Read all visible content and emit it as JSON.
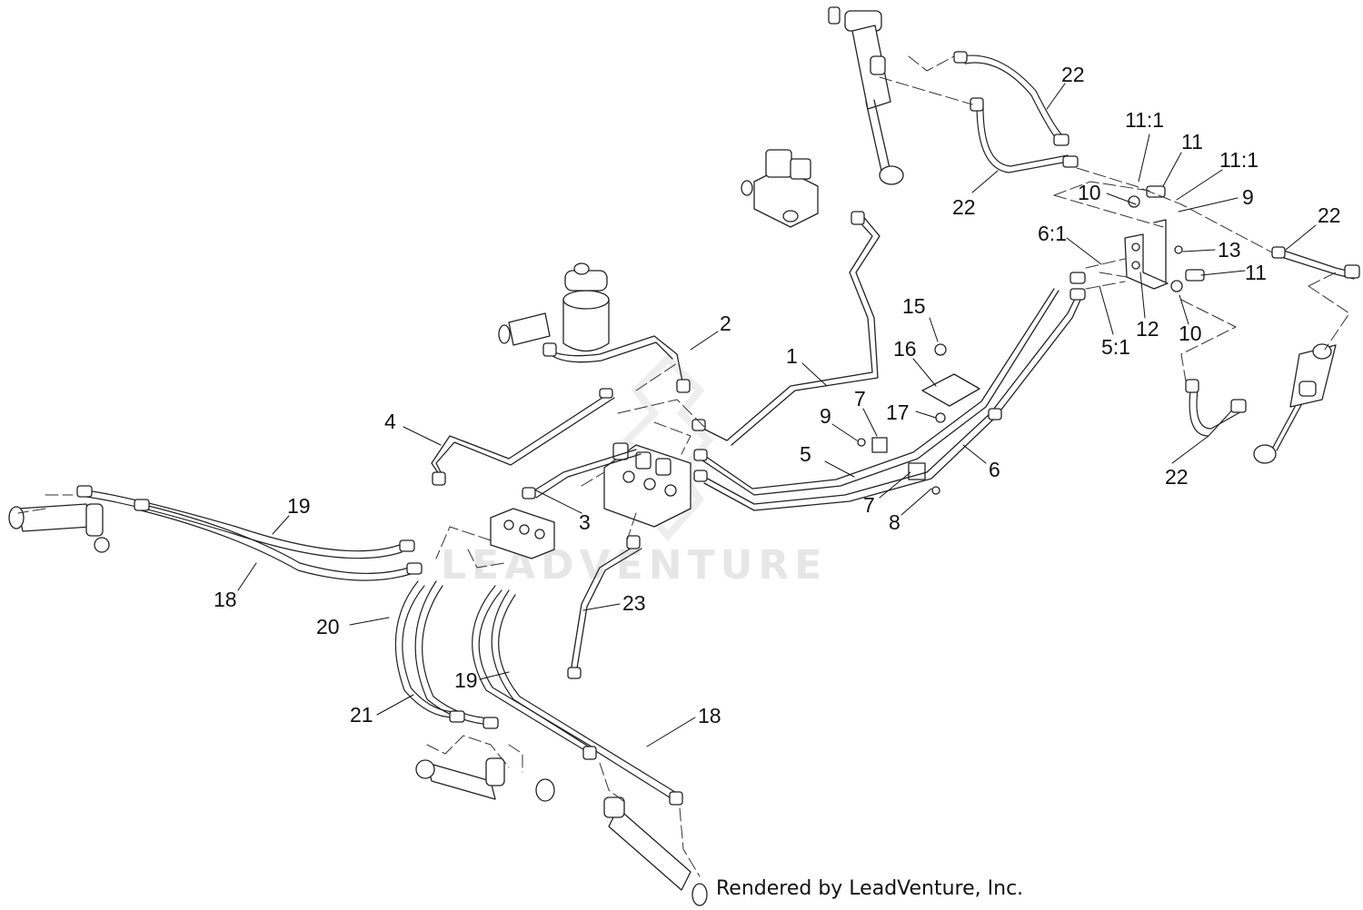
{
  "watermark": "LEADVENTURE",
  "credit": "Rendered by LeadVenture, Inc.",
  "callouts": [
    {
      "id": "c22a",
      "text": "22"
    },
    {
      "id": "c22b",
      "text": "22"
    },
    {
      "id": "c22c",
      "text": "22"
    },
    {
      "id": "c22d",
      "text": "22"
    },
    {
      "id": "c11-1a",
      "text": "11:1"
    },
    {
      "id": "c11a",
      "text": "11"
    },
    {
      "id": "c11-1b",
      "text": "11:1"
    },
    {
      "id": "c10a",
      "text": "10"
    },
    {
      "id": "c9a",
      "text": "9"
    },
    {
      "id": "c6-1",
      "text": "6:1"
    },
    {
      "id": "c13",
      "text": "13"
    },
    {
      "id": "c11b",
      "text": "11"
    },
    {
      "id": "c15",
      "text": "15"
    },
    {
      "id": "c16",
      "text": "16"
    },
    {
      "id": "c5-1",
      "text": "5:1"
    },
    {
      "id": "c12",
      "text": "12"
    },
    {
      "id": "c10b",
      "text": "10"
    },
    {
      "id": "c2",
      "text": "2"
    },
    {
      "id": "c1",
      "text": "1"
    },
    {
      "id": "c7a",
      "text": "7"
    },
    {
      "id": "c9b",
      "text": "9"
    },
    {
      "id": "c17",
      "text": "17"
    },
    {
      "id": "c4",
      "text": "4"
    },
    {
      "id": "c5",
      "text": "5"
    },
    {
      "id": "c6",
      "text": "6"
    },
    {
      "id": "c7b",
      "text": "7"
    },
    {
      "id": "c8",
      "text": "8"
    },
    {
      "id": "c3",
      "text": "3"
    },
    {
      "id": "c19a",
      "text": "19"
    },
    {
      "id": "c18a",
      "text": "18"
    },
    {
      "id": "c20",
      "text": "20"
    },
    {
      "id": "c23",
      "text": "23"
    },
    {
      "id": "c19b",
      "text": "19"
    },
    {
      "id": "c21",
      "text": "21"
    },
    {
      "id": "c18b",
      "text": "18"
    }
  ]
}
